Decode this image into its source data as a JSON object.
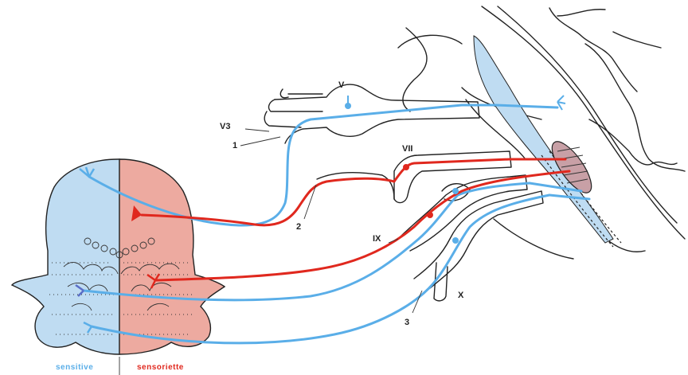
{
  "labels": {
    "v": "V",
    "v3": "V3",
    "one": "1",
    "vii": "VII",
    "two": "2",
    "ix": "IX",
    "x": "X",
    "three": "3"
  },
  "legend": {
    "sensitive": "sensitive",
    "sensoriette": "sensoriette"
  },
  "colors": {
    "sensitive": "#5aaee8",
    "sensorial": "#e0281e",
    "sensitive_fill": "#bfdcf2",
    "sensorial_fill": "#edaaa0"
  }
}
